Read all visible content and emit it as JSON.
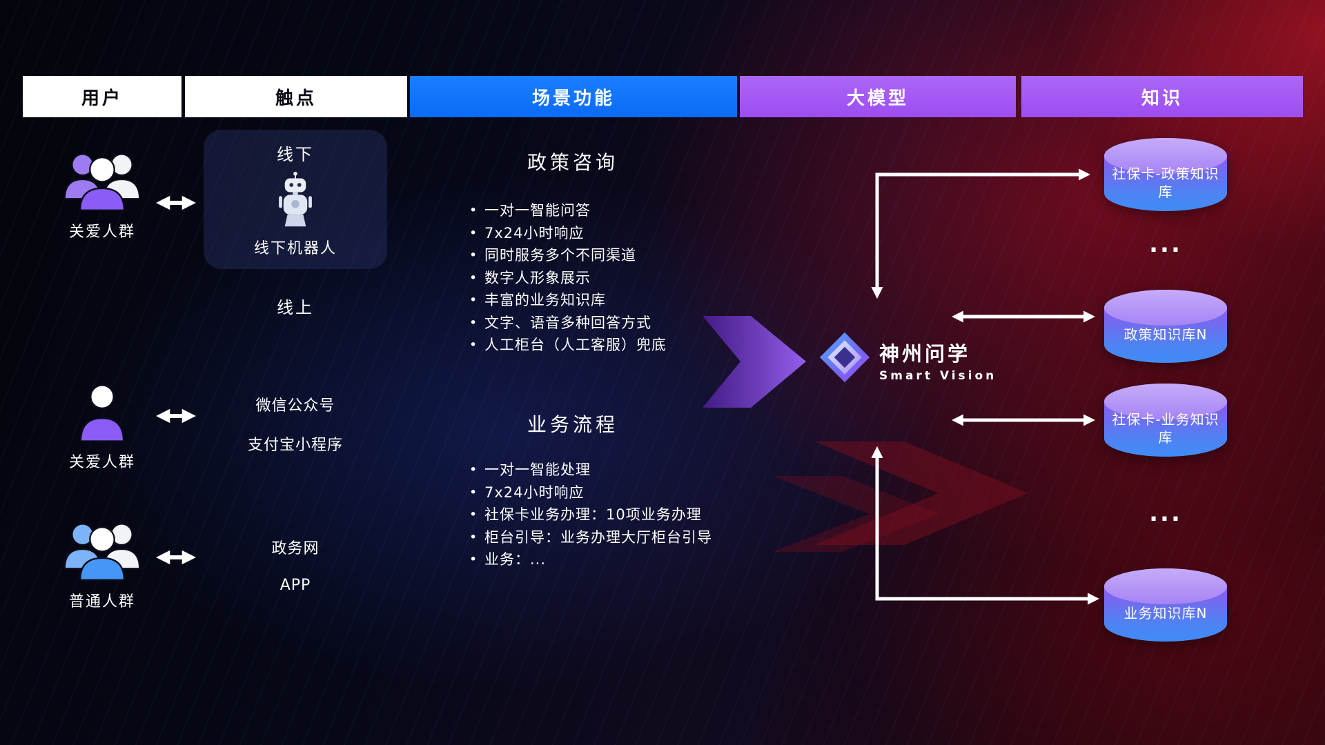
{
  "header": {
    "columns": [
      {
        "label": "用户",
        "theme": "white"
      },
      {
        "label": "触点",
        "theme": "white"
      },
      {
        "label": "场景功能",
        "theme": "blue"
      },
      {
        "label": "大模型",
        "theme": "purple"
      },
      {
        "label": "知识",
        "theme": "purple"
      }
    ]
  },
  "users": [
    {
      "label": "关爱人群",
      "icon": "group-icon",
      "color": "purple"
    },
    {
      "label": "关爱人群",
      "icon": "person-icon",
      "color": "purple"
    },
    {
      "label": "普通人群",
      "icon": "group-icon",
      "color": "blue"
    }
  ],
  "touchpoints": {
    "offline": {
      "title": "线下",
      "robot_label": "线下机器人"
    },
    "online": {
      "title": "线上",
      "items": [
        "微信公众号",
        "支付宝小程序",
        "政务网",
        "APP"
      ]
    }
  },
  "features": {
    "policy": {
      "title": "政策咨询",
      "items": [
        "一对一智能问答",
        "7x24小时响应",
        "同时服务多个不同渠道",
        "数字人形象展示",
        "丰富的业务知识库",
        "文字、语音多种回答方式",
        "人工柜台（人工客服）兜底"
      ]
    },
    "business": {
      "title": "业务流程",
      "items": [
        "一对一智能处理",
        "7x24小时响应",
        "社保卡业务办理：10项业务办理",
        "柜台引导：业务办理大厅柜台引导",
        "业务：..."
      ]
    }
  },
  "model": {
    "name": "神州问学",
    "subtitle": "Smart Vision"
  },
  "knowledge": {
    "items": [
      {
        "label": "社保卡-政策知识库",
        "type": "database"
      },
      {
        "label": "...",
        "type": "ellipsis"
      },
      {
        "label": "政策知识库N",
        "type": "database"
      },
      {
        "label": "社保卡-业务知识库",
        "type": "database"
      },
      {
        "label": "...",
        "type": "ellipsis"
      },
      {
        "label": "业务知识库N",
        "type": "database"
      }
    ]
  },
  "colors": {
    "header_blue": "#0a6cf5",
    "header_purple": "#9d4df2",
    "accent_purple": "#8b5cf6",
    "db_blue": "#3f8cf6",
    "db_top": "#a684f4",
    "arrow_white": "#ffffff"
  }
}
